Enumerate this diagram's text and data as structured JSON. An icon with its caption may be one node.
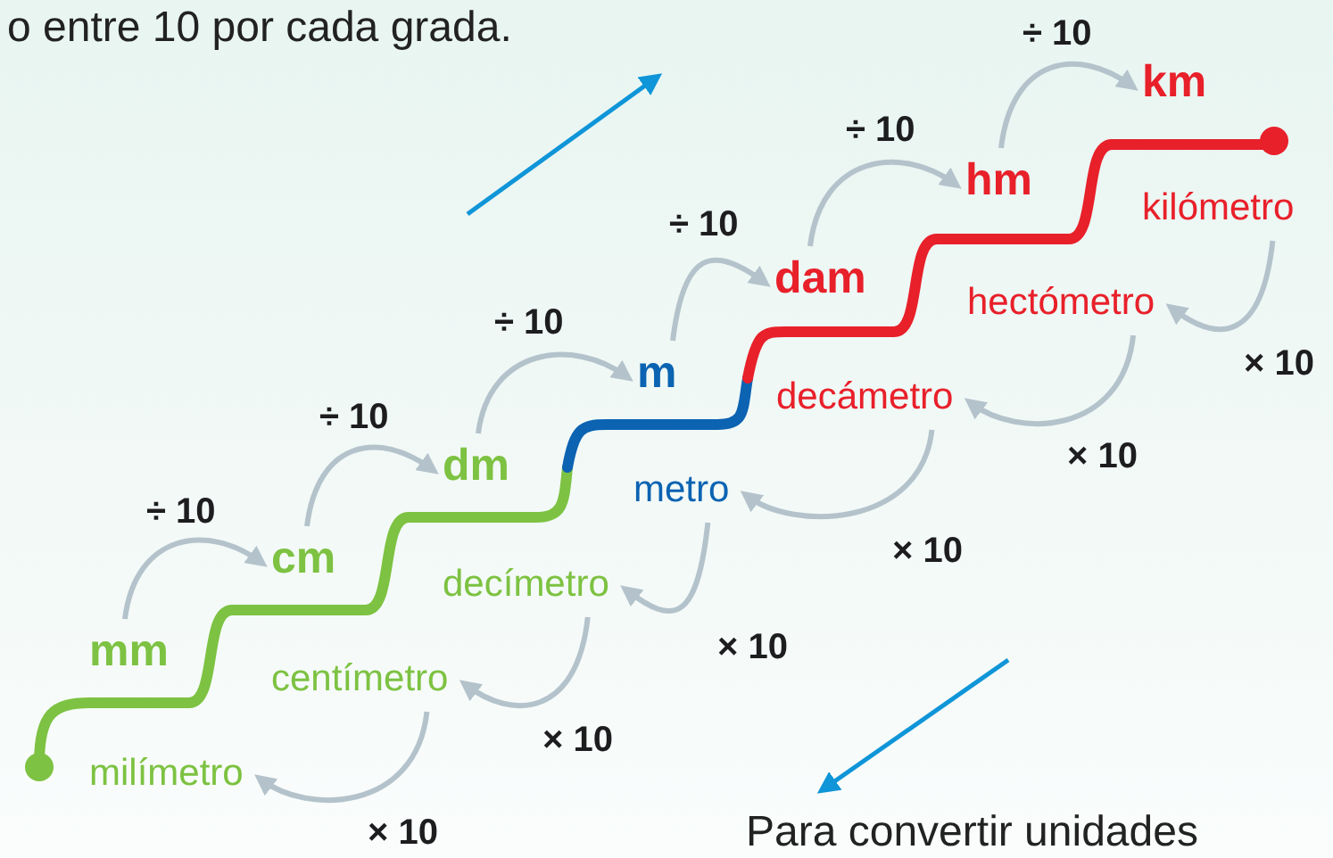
{
  "diagram": {
    "nodes": [
      {
        "text": [
          "mm"
        ]
      },
      {
        "text": [
          "cm"
        ]
      },
      {
        "text": [
          "dm"
        ]
      },
      {
        "text": [
          "m"
        ]
      },
      {
        "text": [
          "dam"
        ]
      },
      {
        "text": [
          "hm"
        ]
      },
      {
        "text": [
          "km"
        ]
      },
      {
        "text": [
          "milímetro"
        ]
      },
      {
        "text": [
          "centímetro"
        ]
      },
      {
        "text": [
          "decímetro"
        ]
      },
      {
        "text": [
          "metro"
        ]
      },
      {
        "text": [
          "decámetro"
        ]
      },
      {
        "text": [
          "hectómetro"
        ]
      },
      {
        "text": [
          "kilómetro"
        ]
      }
    ],
    "edges": [
      {
        "from": 0,
        "to": 1,
        "arrow": "to",
        "label": "÷ 10"
      },
      {
        "from": 1,
        "to": 2,
        "arrow": "to",
        "label": "÷ 10"
      },
      {
        "from": 2,
        "to": 3,
        "arrow": "to",
        "label": "÷ 10"
      },
      {
        "from": 3,
        "to": 4,
        "arrow": "to",
        "label": "÷ 10"
      },
      {
        "from": 4,
        "to": 5,
        "arrow": "to",
        "label": "÷ 10"
      },
      {
        "from": 5,
        "to": 6,
        "arrow": "to",
        "label": "÷ 10"
      },
      {
        "from": 13,
        "to": 12,
        "arrow": "to",
        "label": "× 10"
      },
      {
        "from": 12,
        "to": 11,
        "arrow": "to",
        "label": "× 10"
      },
      {
        "from": 11,
        "to": 10,
        "arrow": "to",
        "label": "× 10"
      },
      {
        "from": 10,
        "to": 9,
        "arrow": "to",
        "label": "× 10"
      },
      {
        "from": 9,
        "to": 8,
        "arrow": "to",
        "label": "× 10"
      },
      {
        "from": 8,
        "to": 7,
        "arrow": "to",
        "label": "× 10"
      }
    ],
    "labels": [
      "o entre 10 por cada grada.",
      "Para convertir unidades"
    ]
  }
}
